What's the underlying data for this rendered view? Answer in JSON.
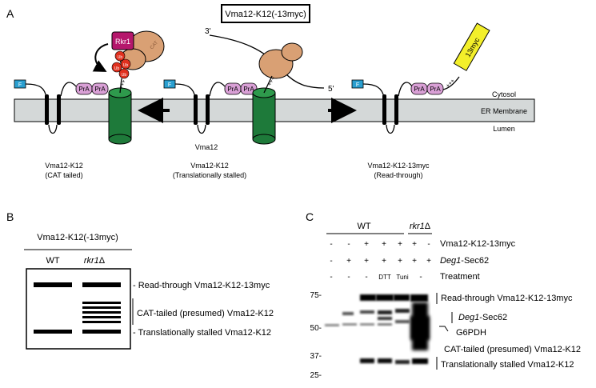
{
  "panel_a": {
    "letter": "A",
    "title": "Vma12-K12(-13myc)",
    "cytosol": "Cytosol",
    "er_membrane": "ER Membrane",
    "lumen": "Lumen",
    "rkr1": "Rkr1",
    "ribosome_cat": "CAT",
    "ub": "Ub",
    "prA": "PrA",
    "flag": "F",
    "plus": "+++",
    "three_prime": "3'",
    "five_prime": "5'",
    "myc_tag": "13myc",
    "vma12": "Vma12",
    "label_left_1": "Vma12-K12",
    "label_left_2": "(CAT tailed)",
    "label_mid_1": "Vma12-K12",
    "label_mid_2": "(Translationally stalled)",
    "label_right_1": "Vma12-K12-13myc",
    "label_right_2": "(Read-through)",
    "colors": {
      "membrane": "#d4d8d8",
      "channel": "#1e7a3a",
      "ribosome": "#d9a074",
      "rkr1": "#b5176c",
      "ub": "#e0301e",
      "prA": "#d9a0d6",
      "flag": "#2a9fd0",
      "myc": "#f3ef2a"
    }
  },
  "panel_b": {
    "letter": "B",
    "title": "Vma12-K12(-13myc)",
    "col_wt": "WT",
    "col_rkr1": "rkr1",
    "delta": "Δ",
    "label_readthrough": "- Read-through Vma12-K12-13myc",
    "label_cat": "CAT-tailed (presumed) Vma12-K12",
    "label_stalled": "- Translationally stalled Vma12-K12"
  },
  "panel_c": {
    "letter": "C",
    "wt": "WT",
    "rkr1": "rkr1",
    "delta": "Δ",
    "row1_label": "Vma12-K12-13myc",
    "row1_signs": [
      "-",
      "-",
      "+",
      "+",
      "+",
      "+",
      "-"
    ],
    "row2_label_italic": "Deg1",
    "row2_label_rest": "-Sec62",
    "row2_signs": [
      "-",
      "+",
      "+",
      "+",
      "+",
      "+",
      "+"
    ],
    "row3_label": "Treatment",
    "row3_signs": [
      "-",
      "-",
      "-",
      "DTT",
      "Tuni",
      "-"
    ],
    "markers": [
      "75-",
      "50-",
      "37-",
      "25-"
    ],
    "band_readthrough": "Read-through Vma12-K12-13myc",
    "band_deg1_italic": "Deg1",
    "band_deg1_rest": "-Sec62",
    "band_g6pdh": "G6PDH",
    "band_cat": "CAT-tailed (presumed) Vma12-K12",
    "band_stalled": "Translationally stalled Vma12-K12"
  }
}
